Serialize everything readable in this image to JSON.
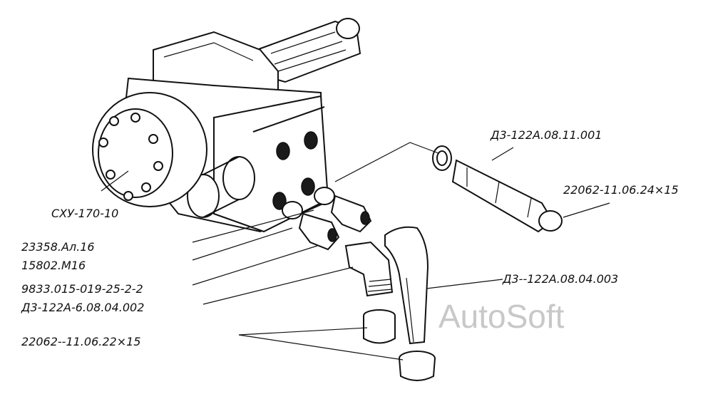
{
  "labels": {
    "pump_body": "СХУ-170-10",
    "bolt_1": "23358.Ал.16",
    "nut_1": "15802.М16",
    "seal_ring": "9833.015-019-25-2-2",
    "elbow_fitting": "Д3-122А-6.08.04.002",
    "sleeve_pair": "22062--11.06.22×15",
    "straight_pipe": "Д3-122А.08.11.001",
    "pipe_sleeve": "22062-11.06.24×15",
    "elbow_pipe": "Д3--122А.08.04.003"
  },
  "watermark": "AutoSoft",
  "colors": {
    "ink": "#111111",
    "paper": "#ffffff",
    "watermark": "#c8c8c8"
  }
}
